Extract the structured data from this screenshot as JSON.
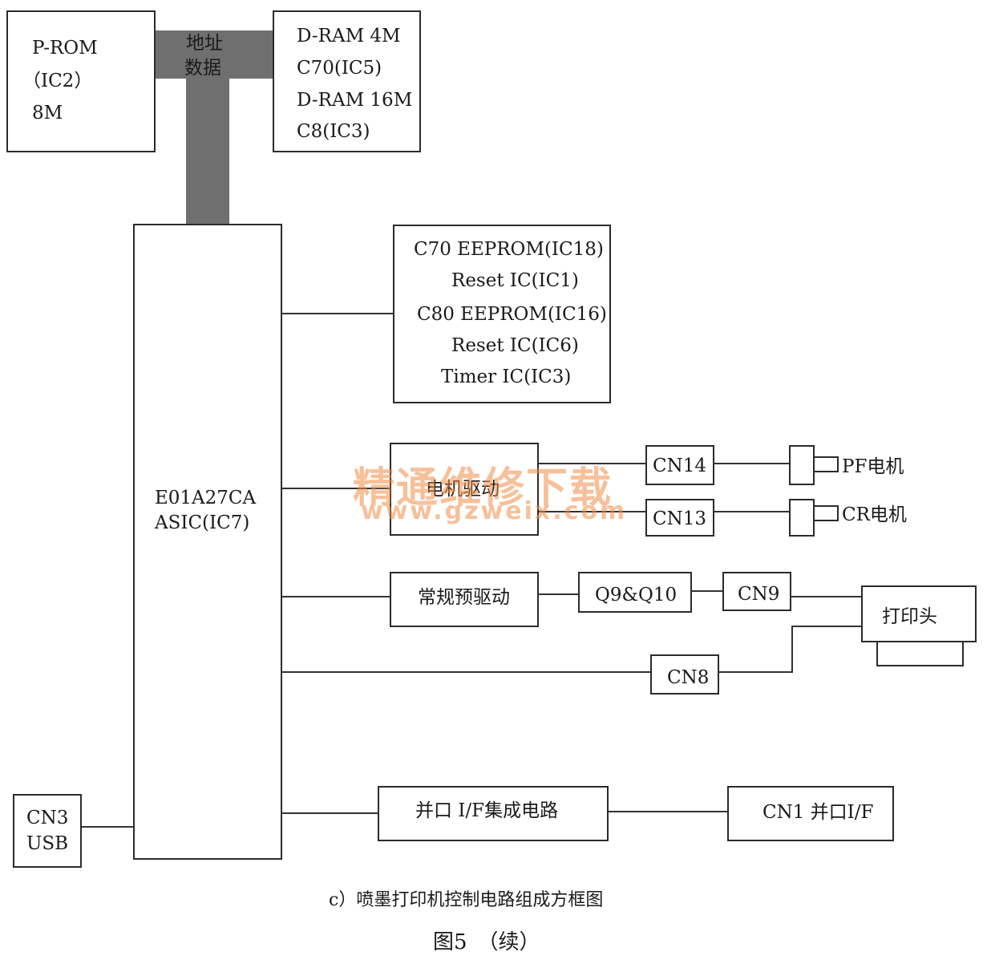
{
  "blocks": {
    "prom": [
      "P-ROM",
      "（IC2）",
      "8M"
    ],
    "dram": [
      "D-RAM 4M",
      "C70(IC5)",
      "D-RAM 16M",
      "C8(IC3)"
    ],
    "bus_label": [
      "地址",
      "数据"
    ],
    "asic": [
      "E01A27CA",
      "ASIC(IC7)"
    ],
    "eeprom": [
      "C70 EEPROM(IC18)",
      "Reset IC(IC1)",
      "C80 EEPROM(IC16)",
      "Reset IC(IC6)",
      "Timer IC(IC3)"
    ],
    "motor_driver": "电机驱动",
    "cn14": "CN14",
    "cn13": "CN13",
    "pf_motor": "PF电机",
    "cr_motor": "CR电机",
    "predriver": "常规预驱动",
    "q9q10": "Q9&Q10",
    "cn9": "CN9",
    "printhead": "打印头",
    "cn8": "CN8",
    "parallel_ic": "并口 I/F集成电路",
    "cn1": "CN1 并口I/F",
    "cn3": [
      "CN3",
      "USB"
    ]
  },
  "watermark": {
    "cn": "精通维修下载",
    "url": "www.gzweix.com"
  },
  "caption": {
    "sub": "c）喷墨打印机控制电路组成方框图",
    "fig": "图5　（续）"
  }
}
